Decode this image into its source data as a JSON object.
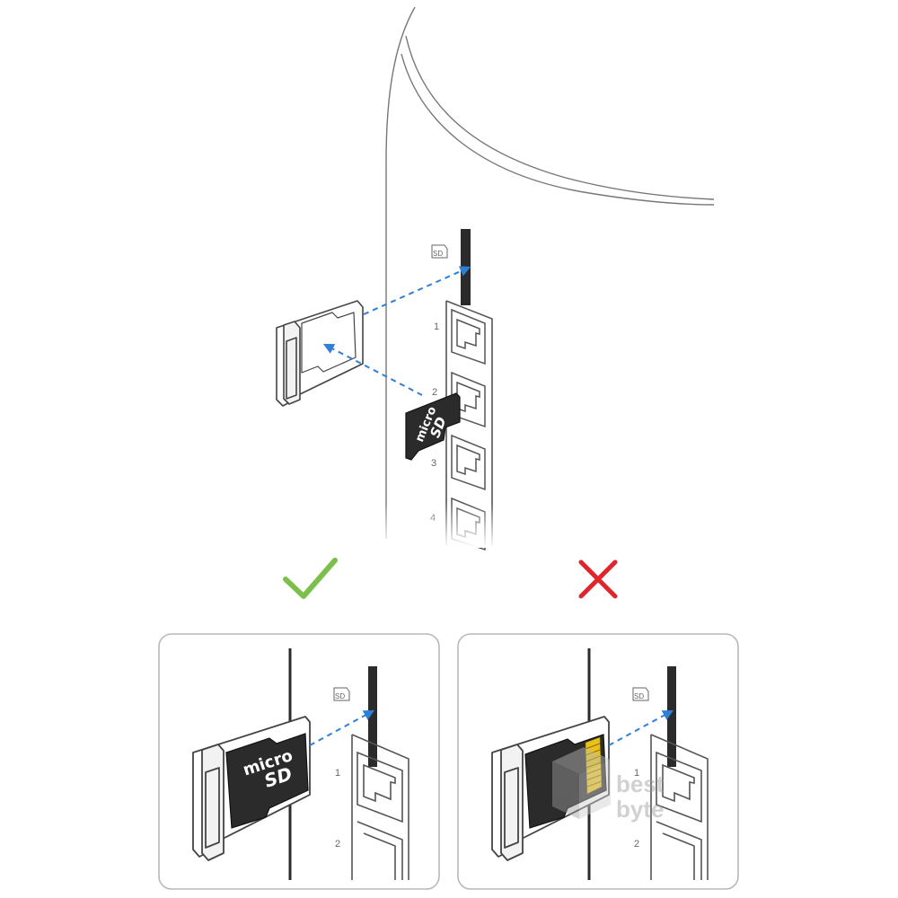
{
  "main_diagram": {
    "card_label": "micro SD",
    "card_label_line1": "micro",
    "card_label_line2": "SD",
    "slot_icon": "SD",
    "port_labels": [
      "1",
      "2",
      "3",
      "4"
    ]
  },
  "status": {
    "correct_icon": "checkmark-icon",
    "correct_color": "#7cc04b",
    "wrong_icon": "cross-icon",
    "wrong_color": "#e0262c"
  },
  "correct_panel": {
    "card_label_line1": "micro",
    "card_label_line2": "SD",
    "slot_icon": "SD",
    "port_labels": [
      "1",
      "2"
    ]
  },
  "wrong_panel": {
    "slot_icon": "SD",
    "port_labels": [
      "1",
      "2"
    ]
  },
  "watermark": {
    "line1": "best",
    "line2": "byte"
  },
  "colors": {
    "arrow": "#2f7fd6",
    "line": "#333333",
    "card": "#2b2b2b",
    "contacts": "#e8c21a"
  }
}
